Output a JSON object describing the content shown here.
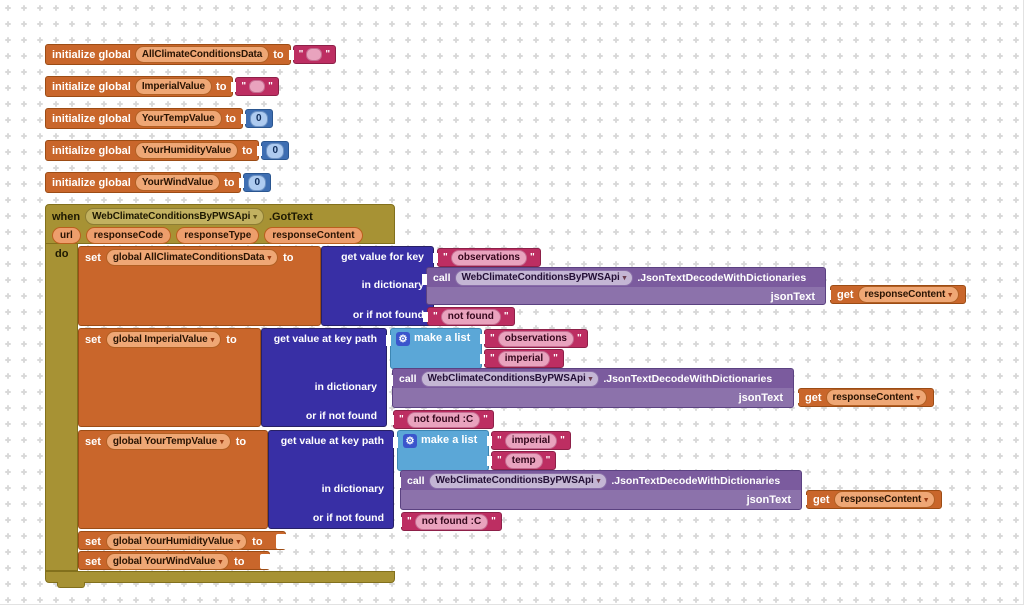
{
  "ui": {
    "quote": "\"",
    "caret": "▾",
    "gear": "⚙"
  },
  "colors": {
    "variable_orange": "#C9662B",
    "text_magenta": "#BD2E62",
    "math_blue": "#3E6EB2",
    "event_olive": "#A79234",
    "dictionary_indigo": "#382FA5",
    "list_blue": "#5BA7D7",
    "method_purple": "#7D5DA2"
  },
  "init_blocks": [
    {
      "label": "initialize global",
      "name": "AllClimateConditionsData",
      "to": "to",
      "value": {
        "kind": "string",
        "text": ""
      }
    },
    {
      "label": "initialize global",
      "name": "ImperialValue",
      "to": "to",
      "value": {
        "kind": "string",
        "text": ""
      }
    },
    {
      "label": "initialize global",
      "name": "YourTempValue",
      "to": "to",
      "value": {
        "kind": "number",
        "text": "0"
      }
    },
    {
      "label": "initialize global",
      "name": "YourHumidityValue",
      "to": "to",
      "value": {
        "kind": "number",
        "text": "0"
      }
    },
    {
      "label": "initialize global",
      "name": "YourWindValue",
      "to": "to",
      "value": {
        "kind": "number",
        "text": "0"
      }
    }
  ],
  "when": {
    "when_label": "when",
    "component": "WebClimateConditionsByPWSApi",
    "event": ".GotText",
    "params": [
      "url",
      "responseCode",
      "responseType",
      "responseContent"
    ],
    "do_label": "do"
  },
  "statements": [
    {
      "set": "set",
      "var": "global AllClimateConditionsData",
      "to": "to",
      "dict": {
        "key_label": "get value for key",
        "in_label": "in dictionary",
        "nf_label": "or if not found"
      },
      "key_string": "observations",
      "call": {
        "call_label": "call",
        "component": "WebClimateConditionsByPWSApi",
        "method": ".JsonTextDecodeWithDictionaries",
        "param": "jsonText"
      },
      "arg_get": {
        "get": "get",
        "var": "responseContent"
      },
      "not_found": "not found"
    },
    {
      "set": "set",
      "var": "global ImperialValue",
      "to": "to",
      "dict": {
        "key_label": "get value at key path",
        "in_label": "in dictionary",
        "nf_label": "or if not found"
      },
      "list": {
        "label": "make a list",
        "items": [
          "observations",
          "imperial"
        ]
      },
      "call": {
        "call_label": "call",
        "component": "WebClimateConditionsByPWSApi",
        "method": ".JsonTextDecodeWithDictionaries",
        "param": "jsonText"
      },
      "arg_get": {
        "get": "get",
        "var": "responseContent"
      },
      "not_found": "not found :C"
    },
    {
      "set": "set",
      "var": "global YourTempValue",
      "to": "to",
      "dict": {
        "key_label": "get value at key path",
        "in_label": "in dictionary",
        "nf_label": "or if not found"
      },
      "list": {
        "label": "make a list",
        "items": [
          "imperial",
          "temp"
        ]
      },
      "call": {
        "call_label": "call",
        "component": "WebClimateConditionsByPWSApi",
        "method": ".JsonTextDecodeWithDictionaries",
        "param": "jsonText"
      },
      "arg_get": {
        "get": "get",
        "var": "responseContent"
      },
      "not_found": "not found :C"
    },
    {
      "set": "set",
      "var": "global YourHumidityValue",
      "to": "to"
    },
    {
      "set": "set",
      "var": "global YourWindValue",
      "to": "to"
    }
  ]
}
